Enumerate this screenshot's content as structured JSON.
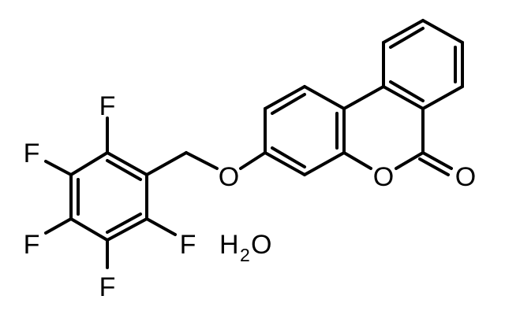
{
  "atoms": {
    "f_top": "F",
    "f_upper_left": "F",
    "f_lower_left": "F",
    "f_bottom": "F",
    "f_right": "F",
    "o_ether": "O",
    "o_ring": "O",
    "o_carbonyl": "O"
  },
  "water": {
    "h": "H",
    "subscript": "2",
    "o": "O"
  }
}
